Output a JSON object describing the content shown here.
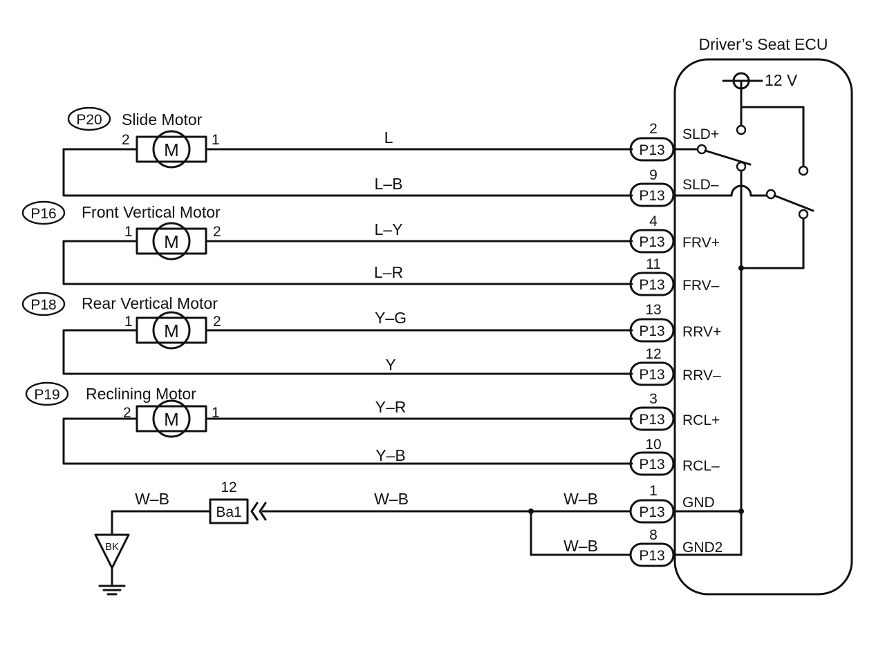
{
  "ecu": {
    "title": "Driver’s Seat ECU",
    "supply": "12 V"
  },
  "motors": [
    {
      "code": "P20",
      "name": "Slide Motor",
      "symbol": "M",
      "left_pin": "2",
      "right_pin": "1"
    },
    {
      "code": "P16",
      "name": "Front Vertical Motor",
      "symbol": "M",
      "left_pin": "1",
      "right_pin": "2"
    },
    {
      "code": "P18",
      "name": "Rear Vertical Motor",
      "symbol": "M",
      "left_pin": "1",
      "right_pin": "2"
    },
    {
      "code": "P19",
      "name": "Reclining Motor",
      "symbol": "M",
      "left_pin": "2",
      "right_pin": "1"
    }
  ],
  "connections": [
    {
      "wire": "L",
      "connector": "P13",
      "pin": "2",
      "signal": "SLD+"
    },
    {
      "wire": "L–B",
      "connector": "P13",
      "pin": "9",
      "signal": "SLD–"
    },
    {
      "wire": "L–Y",
      "connector": "P13",
      "pin": "4",
      "signal": "FRV+"
    },
    {
      "wire": "L–R",
      "connector": "P13",
      "pin": "11",
      "signal": "FRV–"
    },
    {
      "wire": "Y–G",
      "connector": "P13",
      "pin": "13",
      "signal": "RRV+"
    },
    {
      "wire": "Y",
      "connector": "P13",
      "pin": "12",
      "signal": "RRV–"
    },
    {
      "wire": "Y–R",
      "connector": "P13",
      "pin": "3",
      "signal": "RCL+"
    },
    {
      "wire": "Y–B",
      "connector": "P13",
      "pin": "10",
      "signal": "RCL–"
    },
    {
      "wire": "W–B",
      "connector": "P13",
      "pin": "1",
      "signal": "GND"
    },
    {
      "wire": "W–B",
      "connector": "P13",
      "pin": "8",
      "signal": "GND2"
    }
  ],
  "ground": {
    "junction": "Ba1",
    "junction_pin": "12",
    "wire_left": "W–B",
    "wire_mid": "W–B",
    "ground_point": "BK"
  }
}
